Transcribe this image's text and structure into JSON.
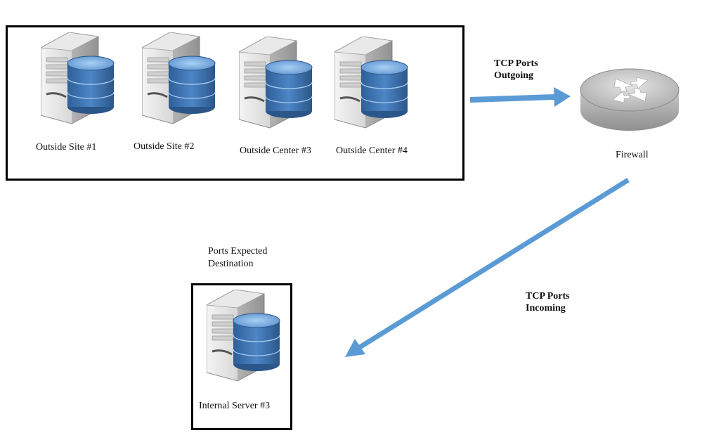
{
  "outside_group": {
    "servers": [
      {
        "label": "Outside Site #1"
      },
      {
        "label": "Outside Site #2"
      },
      {
        "label": "Outside Center #3"
      },
      {
        "label": "Outside Center #4"
      }
    ]
  },
  "arrows": {
    "outgoing": {
      "line1": "TCP Ports",
      "line2": "Outgoing"
    },
    "incoming": {
      "line1": "TCP Ports",
      "line2": "Incoming"
    }
  },
  "firewall": {
    "label": "Firewall"
  },
  "destination": {
    "caption_line1": "Ports Expected",
    "caption_line2": "Destination",
    "server_label": "Internal Server #3"
  },
  "colors": {
    "arrow": "#5b9bd5",
    "db_blue": "#3f76b5",
    "db_light": "#7fb0e0",
    "tower": "#d9d9d9"
  }
}
